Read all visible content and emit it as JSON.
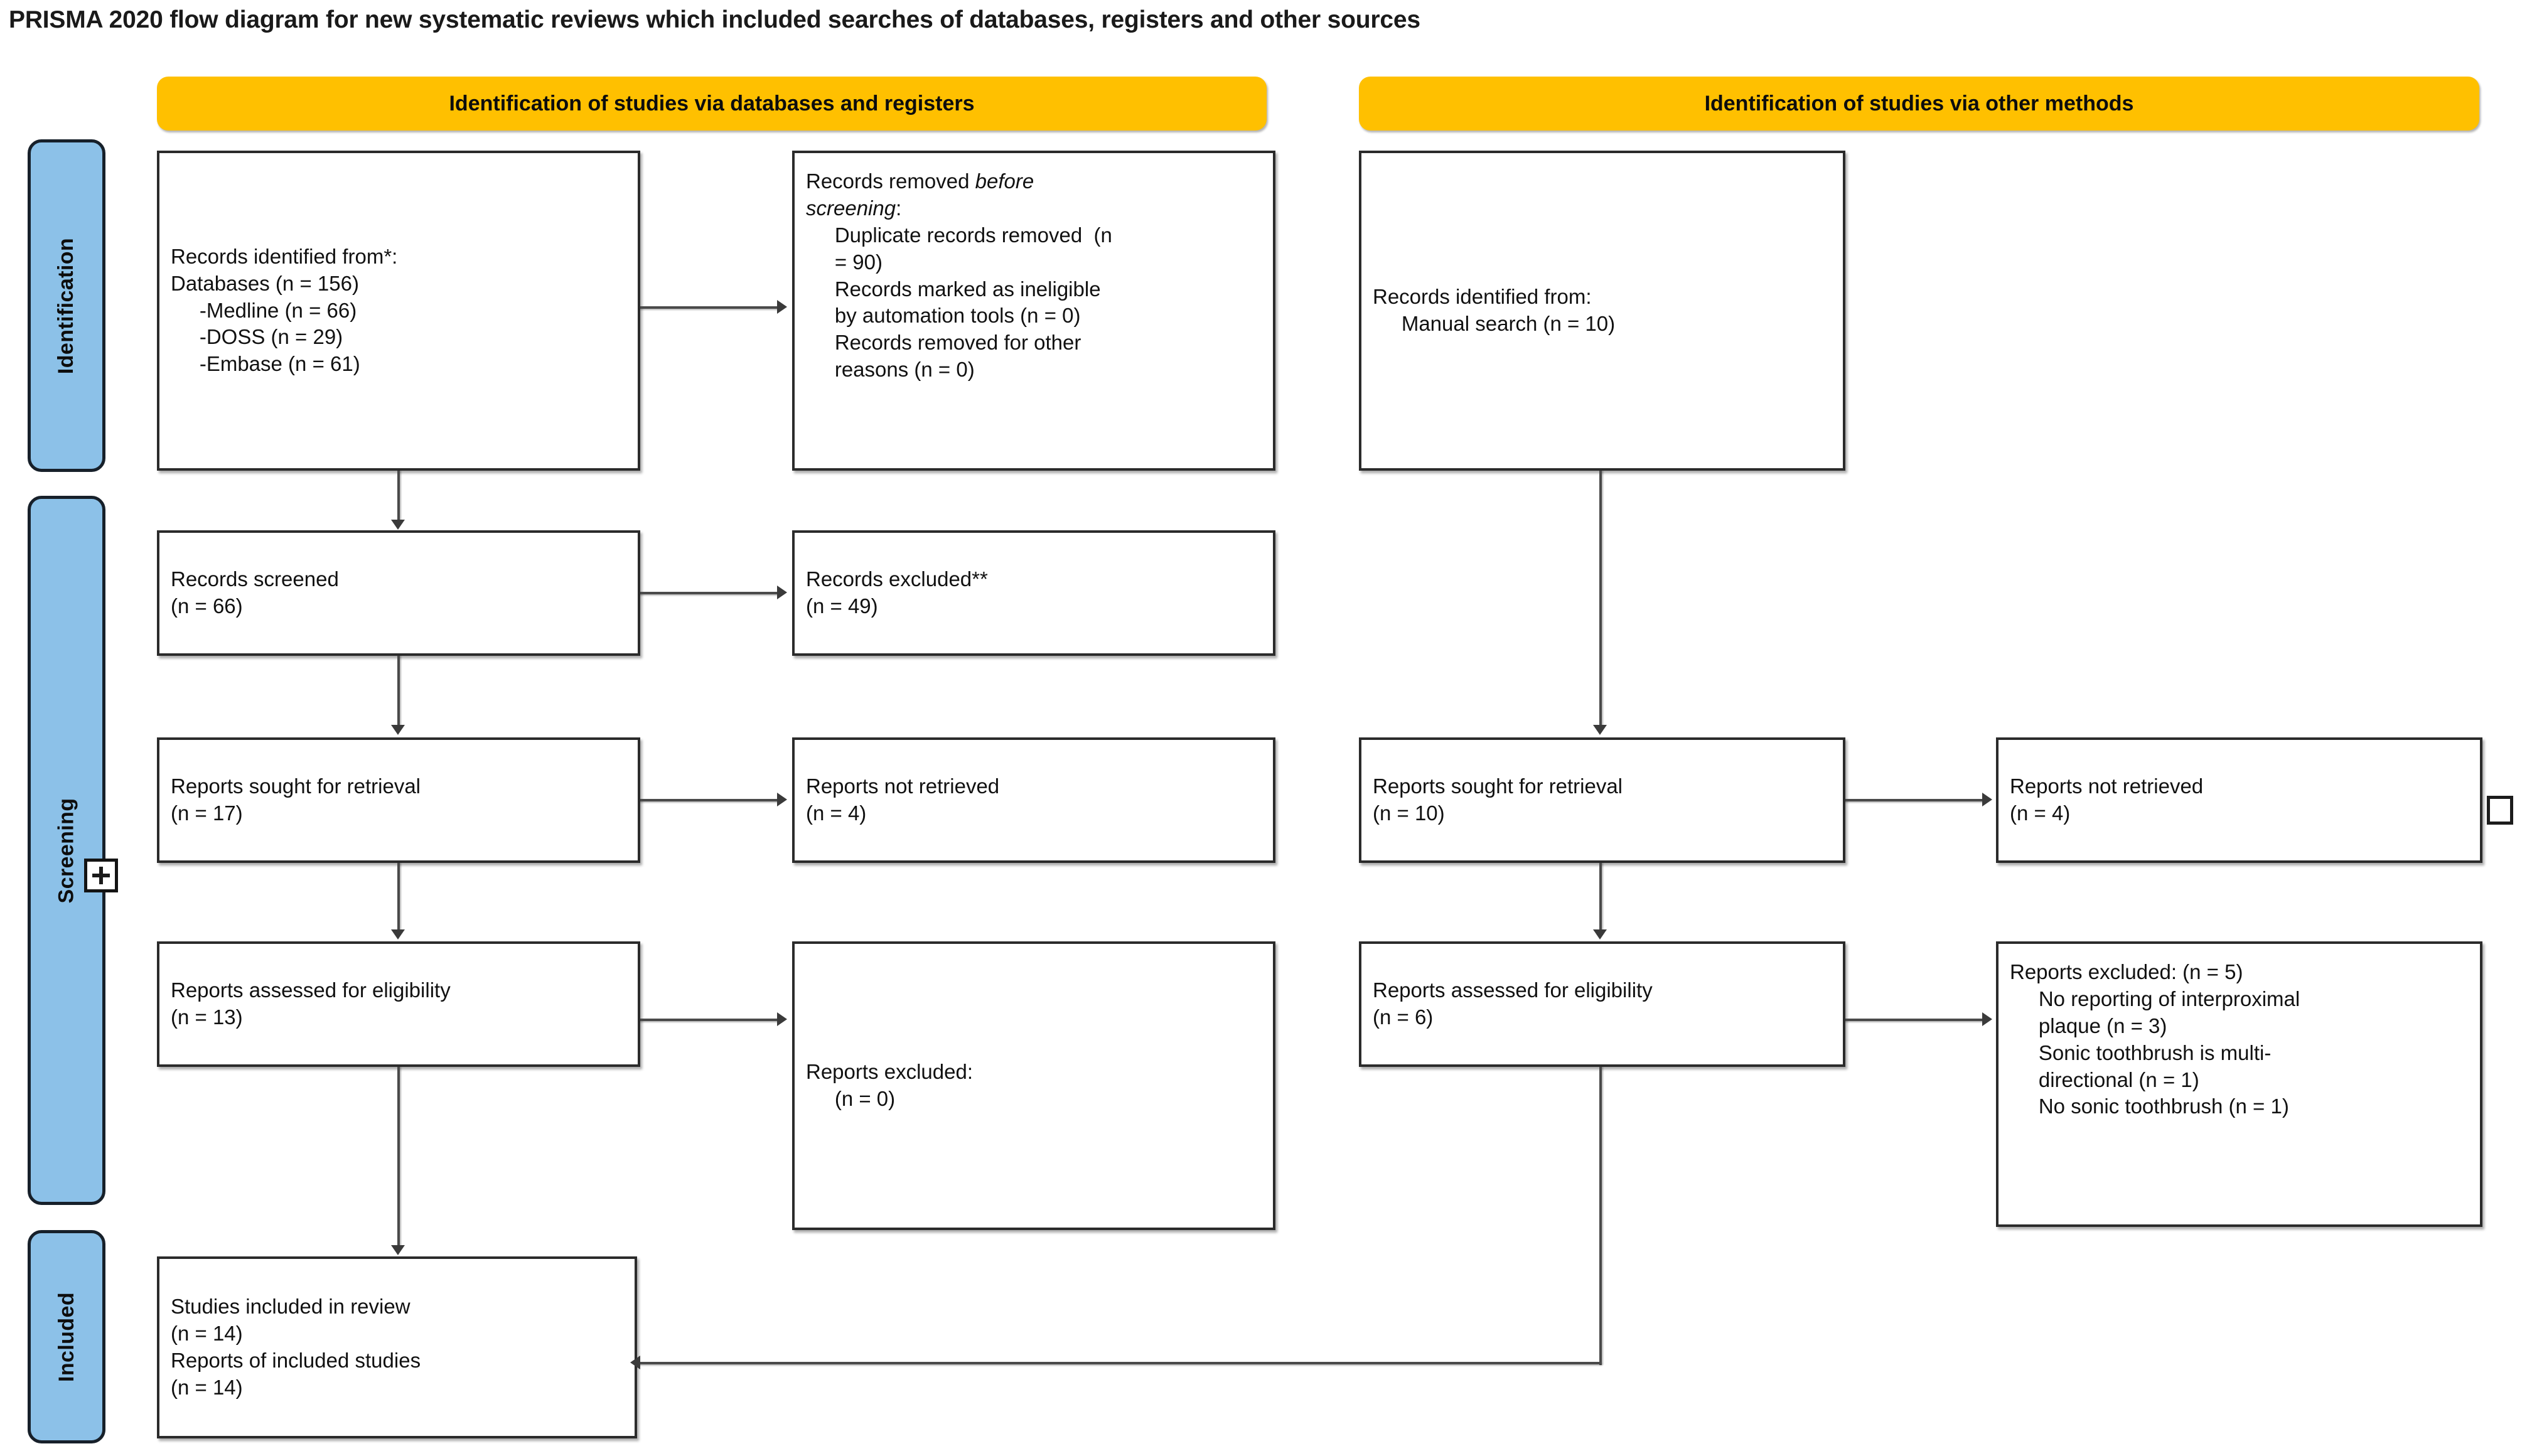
{
  "title": "PRISMA 2020 flow diagram for new systematic reviews which included searches of databases, registers and other sources",
  "phases": [
    {
      "label": "Identification"
    },
    {
      "label": "Screening"
    },
    {
      "label": "Included"
    }
  ],
  "headers": {
    "left": "Identification of studies via databases and registers",
    "right": "Identification of studies via other methods"
  },
  "colors": {
    "header_bar": "#ffc000",
    "phase_bar": "#8cc1e8",
    "box_border": "#2b2b2b",
    "connector": "#4a4a4a",
    "page_background": "#ffffff"
  },
  "boxes": {
    "records_identified_db": "Records identified from*:\nDatabases (n = 156)\n     -Medline (n = 66)\n     -DOSS (n = 29)\n     -Embase (n = 61)",
    "records_removed_line1": "Records removed ",
    "records_removed_italic1": "before",
    "records_removed_italic2": "screening",
    "records_removed_colon": ":",
    "records_removed_rest": "     Duplicate records removed  (n\n     = 90)\n     Records marked as ineligible\n     by automation tools (n = 0)\n     Records removed for other\n     reasons (n = 0)",
    "records_screened": "Records screened\n(n = 66)",
    "records_excluded": "Records excluded**\n(n = 49)",
    "reports_sought_left": "Reports sought for retrieval\n(n = 17)",
    "reports_not_retrieved_left": "Reports not retrieved\n(n = 4)",
    "reports_assessed_left": "Reports assessed for eligibility\n(n = 13)",
    "reports_excluded_left": "Reports excluded:\n     (n = 0)",
    "studies_included": "Studies included in review\n(n = 14)\nReports of included studies\n(n = 14)",
    "records_identified_other": "Records identified from:\n     Manual search (n = 10)",
    "reports_sought_right": "Reports sought for retrieval\n(n = 10)",
    "reports_not_retrieved_right": "Reports not retrieved\n(n = 4)",
    "reports_assessed_right": "Reports assessed for eligibility\n(n = 6)",
    "reports_excluded_right": "Reports excluded: (n = 5)\n     No reporting of interproximal\n     plaque (n = 3)\n     Sonic toothbrush is multi-\n     directional (n = 1)\n     No sonic toothbrush (n = 1)"
  },
  "widgets": {
    "expand_plus": "+",
    "empty_square": ""
  },
  "flow_data": {
    "type": "flow-diagram",
    "databases_total": 156,
    "medline": 66,
    "doss": 29,
    "embase": 61,
    "duplicates_removed": 90,
    "ineligible_automation": 0,
    "removed_other": 0,
    "records_screened": 66,
    "records_excluded": 49,
    "reports_sought_databases": 17,
    "reports_not_retrieved_databases": 4,
    "reports_assessed_databases": 13,
    "reports_excluded_databases": 0,
    "manual_search_records": 10,
    "reports_sought_other": 10,
    "reports_not_retrieved_other": 4,
    "reports_assessed_other": 6,
    "reports_excluded_other": 5,
    "excluded_no_interproximal_plaque": 3,
    "excluded_multidirectional": 1,
    "excluded_no_sonic_toothbrush": 1,
    "studies_included": 14,
    "reports_of_included_studies": 14
  }
}
